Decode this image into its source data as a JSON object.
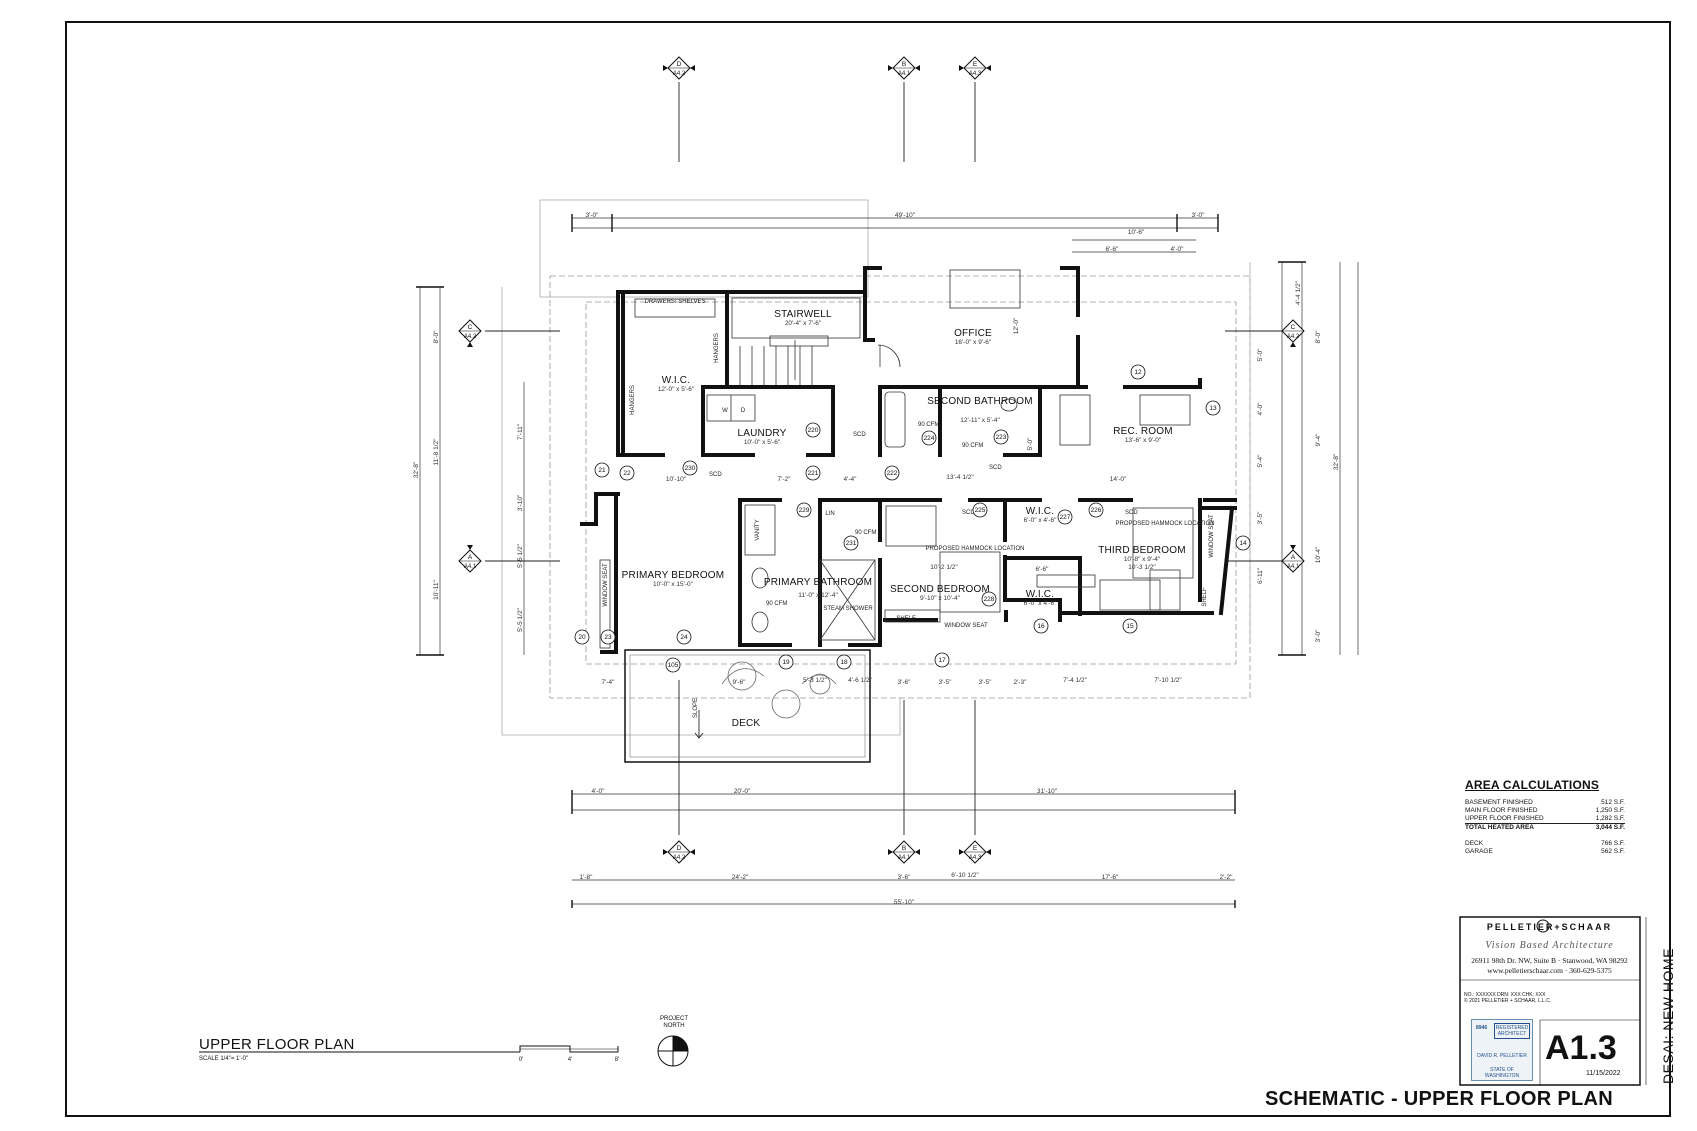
{
  "plan": {
    "rooms": [
      {
        "id": "stairwell",
        "name": "STAIRWELL",
        "size": "20'-4\" x 7'-6\""
      },
      {
        "id": "office",
        "name": "OFFICE",
        "size": "16'-0\" x 9'-6\""
      },
      {
        "id": "wic-primary",
        "name": "W.I.C.",
        "size": "12'-0\" x 5'-6\""
      },
      {
        "id": "laundry",
        "name": "LAUNDRY",
        "size": "10'-0\" x 5'-6\""
      },
      {
        "id": "second-bath",
        "name": "SECOND BATHROOM",
        "size": "12'-11\" x 5'-4\""
      },
      {
        "id": "rec-room",
        "name": "REC. ROOM",
        "size": "13'-6\" x 9'-0\""
      },
      {
        "id": "primary-bed",
        "name": "PRIMARY BEDROOM",
        "size": "10'-0\" x 15'-0\""
      },
      {
        "id": "primary-bath",
        "name": "PRIMARY BATHROOM",
        "size": "11'-0\" x 12'-4\""
      },
      {
        "id": "second-bed",
        "name": "SECOND BEDROOM",
        "size": "9'-10\" x 10'-4\""
      },
      {
        "id": "wic-a",
        "name": "W.I.C.",
        "size": "6'-0\" x 4'-6\""
      },
      {
        "id": "wic-b",
        "name": "W.I.C.",
        "size": "6'-0\" x 4'-6\""
      },
      {
        "id": "third-bed",
        "name": "THIRD BEDROOM",
        "size": "10'-8\" x 9'-4\""
      },
      {
        "id": "deck",
        "name": "DECK",
        "size": ""
      }
    ],
    "labels": {
      "drawers": "DRAWERS/ SHELVES",
      "hangers": "HANGERS",
      "vanity": "VANITY",
      "lin": "LIN",
      "steam_shower": "STEAM SHOWER",
      "shelf": "SHELF",
      "window_seat": "WINDOW SEAT",
      "hammock": "PROPOSED HAMMOCK LOCATION",
      "scd": "SCD",
      "cfm": "90 CFM",
      "slope": "SLOPE",
      "washer": "W",
      "dryer": "D"
    },
    "sections": [
      {
        "letter": "D",
        "sheet": "A4.2"
      },
      {
        "letter": "B",
        "sheet": "A4.1"
      },
      {
        "letter": "E",
        "sheet": "A4.3"
      },
      {
        "letter": "C",
        "sheet": "A4.2"
      },
      {
        "letter": "A",
        "sheet": "A4.1"
      }
    ],
    "tags": [
      "21",
      "22",
      "230",
      "221",
      "222",
      "220",
      "224",
      "223",
      "12",
      "13",
      "229",
      "231",
      "225",
      "227",
      "226",
      "14",
      "228",
      "16",
      "15",
      "17",
      "19",
      "18",
      "24",
      "20",
      "23",
      "105"
    ],
    "dims": {
      "top_overall": "49'-10\"",
      "top_left": "3'-0\"",
      "top_right": "3'-0\"",
      "top_a": "10'-6\"",
      "top_b": "6'-6\"",
      "top_c": "4'-0\"",
      "bottom_overall": "55'-10\"",
      "bottom_a": "4'-0\"",
      "bottom_b": "20'-0\"",
      "bottom_c": "31'-10\"",
      "bottom_d": "1'-8\"",
      "bottom_e": "24'-2\"",
      "bottom_f": "3'-6\"",
      "bottom_g": "6'-10 1/2\"",
      "bottom_h": "17'-6\"",
      "bottom_i": "2'-2\"",
      "left_a": "8'-0\"",
      "left_b": "32'-8\"",
      "left_c": "11'-8 1/2\"",
      "left_d": "10'-11\"",
      "left_e": "7'-11\"",
      "left_f": "3'-10\"",
      "left_g": "5'-5 1/2\"",
      "left_h": "5'-5 1/2\"",
      "right_a": "4'-4 1/2\"",
      "right_b": "8'-0\"",
      "right_c": "32'-8\"",
      "right_d": "5'-0\"",
      "right_e": "4'-0\"",
      "right_f": "9'-4\"",
      "right_g": "5'-4\"",
      "right_h": "10'-4\"",
      "right_i": "3'-5\"",
      "right_j": "6'-11\"",
      "right_k": "3'-0\"",
      "int_a": "10'-10\"",
      "int_b": "7'-2\"",
      "int_c": "4'-4\"",
      "int_d": "13'-4 1/2\"",
      "int_e": "14'-0\"",
      "int_f": "7'-4\"",
      "int_g": "9'-6\"",
      "int_h": "5'-3 1/2\"",
      "int_i": "4'-6 1/2\"",
      "int_j": "3'-6\"",
      "int_k": "3'-5\"",
      "int_l": "3'-5\"",
      "int_m": "2'-3\"",
      "int_n": "7'-4 1/2\"",
      "int_o": "7'-10 1/2\"",
      "int_p": "12'-0\"",
      "int_q": "5'-0\"",
      "int_r": "6'-6\"",
      "int_s": "10'-2 1/2\"",
      "int_t": "10'-3 1/2\""
    }
  },
  "area_calcs": {
    "title": "AREA CALCULATIONS",
    "rows": [
      {
        "label": "BASEMENT FINISHED",
        "value": "512 S.F."
      },
      {
        "label": "MAIN FLOOR FINISHED",
        "value": "1,250 S.F."
      },
      {
        "label": "UPPER FLOOR FINISHED",
        "value": "1,282 S.F."
      }
    ],
    "total": {
      "label": "TOTAL HEATED AREA",
      "value": "3,044 S.F."
    },
    "extra": [
      {
        "label": "DECK",
        "value": "766 S.F."
      },
      {
        "label": "GARAGE",
        "value": "562 S.F."
      }
    ]
  },
  "plan_title": "UPPER FLOOR PLAN",
  "plan_scale": "SCALE 1/4\"= 1'-0\"",
  "scale_bar": {
    "t0": "0'",
    "t1": "4'",
    "t2": "8'"
  },
  "north_label": "PROJECT NORTH",
  "title_block": {
    "firm": "PELLETIER+SCHAAR",
    "tagline": "Vision Based Architecture",
    "address": "26911 98th Dr. NW, Suite B · Stanwood, WA 98292",
    "web": "www.pelletierschaar.com · 360-629-5375",
    "info_line1": "NO.: XXXXXX   DRN: XXX   CHK: XXX",
    "info_line2": "© 2021 PELLETIER + SCHAAR, L.L.C.",
    "stamp_num": "8946",
    "stamp_reg": "REGISTERED ARCHITECT",
    "stamp_name": "DAVID R. PELLETIER",
    "stamp_state": "STATE OF WASHINGTON",
    "sheet": "A1.3",
    "date": "11/15/2022",
    "project": "DESAI: NEW HOME"
  },
  "sheet_title": "SCHEMATIC - UPPER FLOOR PLAN"
}
